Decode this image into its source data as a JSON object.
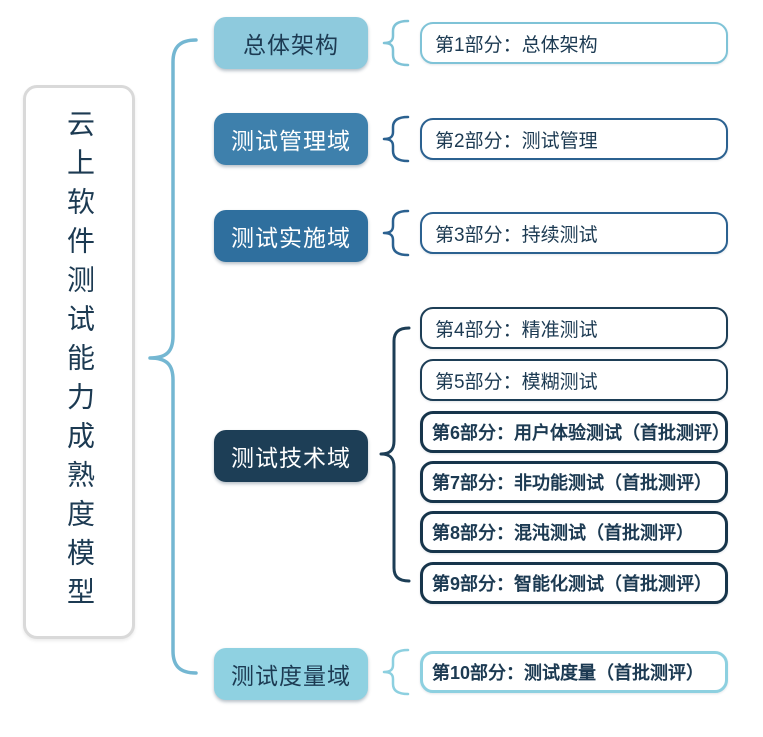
{
  "root": {
    "title": "云上软件测试能力成熟度模型"
  },
  "colors": {
    "title_border": "#D9D9D9",
    "text_dark": "#1C3A52",
    "cat_light": "#8ECADD",
    "cat_medium": "#3E80AC",
    "cat_deep": "#2F6F9E",
    "cat_navy": "#1D3E56",
    "cat_light2": "#8FD1E1",
    "brace_light": "#74B7D2",
    "brace_blue": "#2B6190",
    "brace_navy": "#1D3E56",
    "border_light": "#7FC3D7",
    "border_blue": "#2B6190",
    "border_navy": "#1D3E56",
    "border_navy_bold": "#17354B",
    "border_light_bold": "#8DD0E0"
  },
  "categories": [
    {
      "label": "总体架构",
      "items": [
        {
          "label": "第1部分：总体架构",
          "bold": false
        }
      ]
    },
    {
      "label": "测试管理域",
      "items": [
        {
          "label": "第2部分：测试管理",
          "bold": false
        }
      ]
    },
    {
      "label": "测试实施域",
      "items": [
        {
          "label": "第3部分：持续测试",
          "bold": false
        }
      ]
    },
    {
      "label": "测试技术域",
      "items": [
        {
          "label": "第4部分：精准测试",
          "bold": false
        },
        {
          "label": "第5部分：模糊测试",
          "bold": false
        },
        {
          "label": "第6部分：用户体验测试（首批测评）",
          "bold": true
        },
        {
          "label": "第7部分：非功能测试（首批测评）",
          "bold": true
        },
        {
          "label": "第8部分：混沌测试（首批测评）",
          "bold": true
        },
        {
          "label": "第9部分：智能化测试（首批测评）",
          "bold": true
        }
      ]
    },
    {
      "label": "测试度量域",
      "items": [
        {
          "label": "第10部分：测试度量（首批测评）",
          "bold": true
        }
      ]
    }
  ]
}
